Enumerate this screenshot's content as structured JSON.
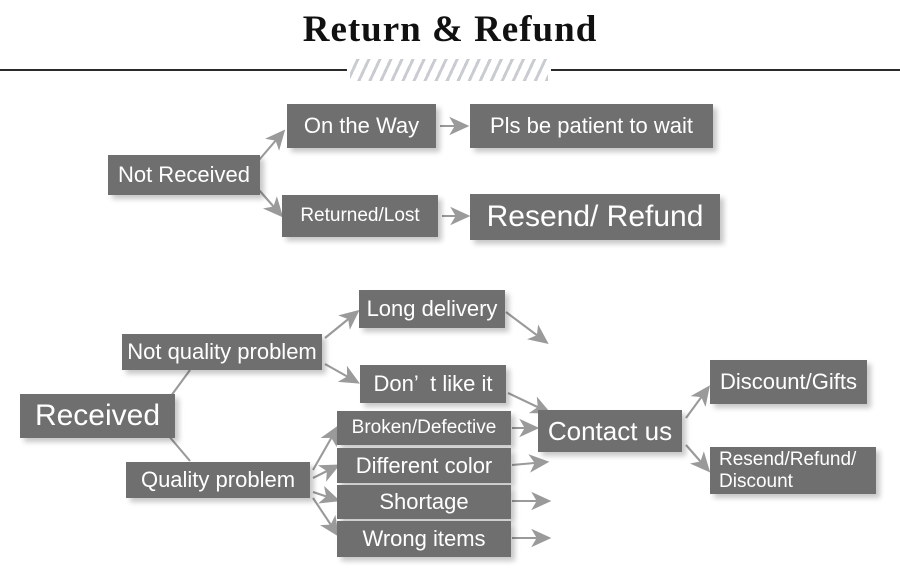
{
  "header": {
    "title": "Return & Refund",
    "divider_icon": "hatched-divider"
  },
  "flow": {
    "not_received": {
      "label": "Not Received",
      "children": [
        {
          "label": "On the Way",
          "result": "Pls be patient to wait"
        },
        {
          "label": "Returned/Lost",
          "result": "Resend/ Refund"
        }
      ]
    },
    "received": {
      "label": "Received",
      "branches": [
        {
          "label": "Not quality problem",
          "reasons": [
            "Long delivery",
            "Don’  t like it"
          ]
        },
        {
          "label": "Quality problem",
          "reasons": [
            "Broken/Defective",
            "Different color",
            "Shortage",
            "Wrong items"
          ]
        }
      ],
      "contact": "Contact us",
      "outcomes": [
        "Discount/Gifts",
        "Resend/Refund/\nDiscount"
      ]
    }
  },
  "nodes": {
    "on_the_way": "On the Way",
    "pls_be_patient": "Pls be patient to wait",
    "returned_lost": "Returned/Lost",
    "resend_refund": "Resend/ Refund",
    "not_received": "Not Received",
    "received": "Received",
    "not_quality_problem": "Not quality problem",
    "quality_problem": "Quality problem",
    "long_delivery": "Long delivery",
    "dont_like_it": "Don’  t like it",
    "broken_defective": "Broken/Defective",
    "different_color": "Different color",
    "shortage": "Shortage",
    "wrong_items": "Wrong items",
    "contact_us": "Contact us",
    "discount_gifts": "Discount/Gifts",
    "resend_refund_discount": "Resend/Refund/\nDiscount"
  },
  "colors": {
    "box_fill": "#6f6f6f",
    "box_text": "#ffffff",
    "arrow": "#9a9a9a",
    "rule": "#2b2b2b",
    "hatch": "#c9ccd1",
    "background": "#ffffff"
  }
}
